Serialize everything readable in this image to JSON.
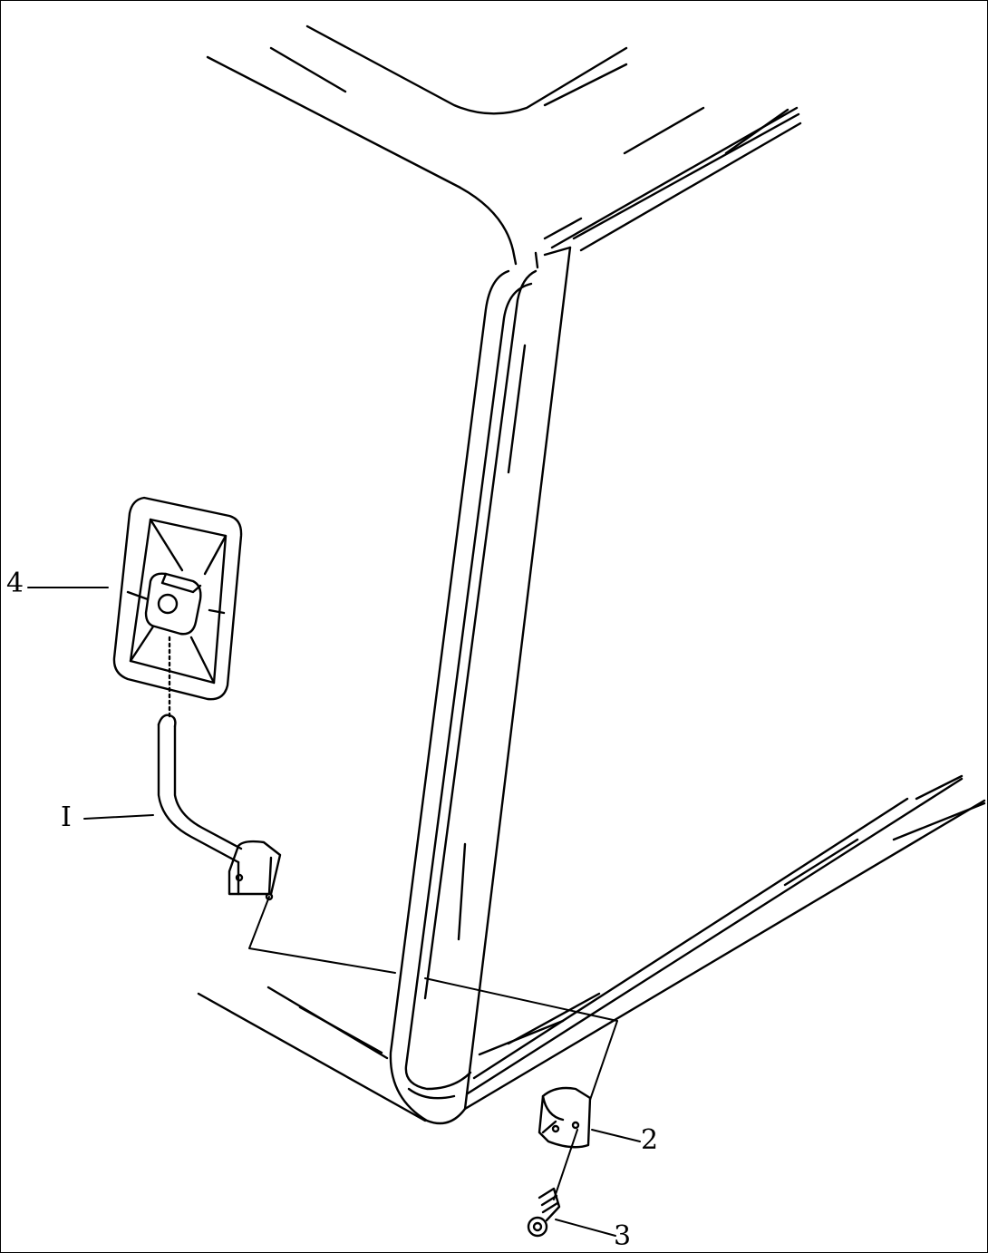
{
  "diagram": {
    "ink_color": "#000000",
    "background_color": "#ffffff",
    "callouts": [
      {
        "id": "callout-4",
        "label": "4",
        "part": "mirror"
      },
      {
        "id": "callout-1",
        "label": "I",
        "part": "mirror-stay"
      },
      {
        "id": "callout-2",
        "label": "2",
        "part": "clamp"
      },
      {
        "id": "callout-3",
        "label": "3",
        "part": "bolt"
      }
    ]
  }
}
